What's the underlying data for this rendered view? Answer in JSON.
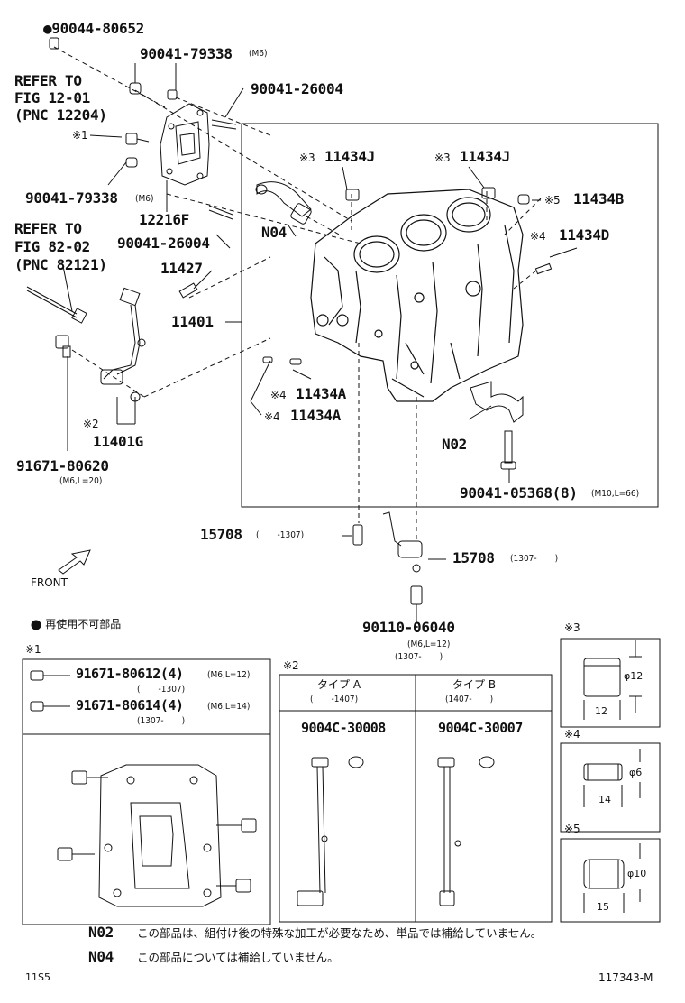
{
  "labels": {
    "p90044": "●90044-80652",
    "p90041_79338_top": "90041-79338",
    "p90041_79338_top_spec": "(M6)",
    "p90041_26004_top": "90041-26004",
    "refer1_a": "REFER TO",
    "refer1_b": "FIG 12-01",
    "refer1_c": "(PNC 12204)",
    "mark1_main": "※1",
    "p90041_79338_low": "90041-79338",
    "p90041_79338_low_spec": "(M6)",
    "p12216F": "12216F",
    "pN04": "N04",
    "p90041_26004_low": "90041-26004",
    "refer2_a": "REFER TO",
    "refer2_b": "FIG 82-02",
    "refer2_c": "(PNC 82121)",
    "p11427": "11427",
    "p11401": "11401",
    "mark2_main": "※2",
    "p11401G": "11401G",
    "p91671_80620": "91671-80620",
    "p91671_80620_spec": "(M6,L=20)",
    "m3_a": "※3",
    "p11434J_a": "11434J",
    "m3_b": "※3",
    "p11434J_b": "11434J",
    "m5": "※5",
    "p11434B": "11434B",
    "m4_d": "※4",
    "p11434D": "11434D",
    "m4_a1": "※4",
    "p11434A_1": "11434A",
    "m4_a2": "※4",
    "p11434A_2": "11434A",
    "pN02": "N02",
    "p90041_05368": "90041-05368(8)",
    "p90041_05368_spec": "(M10,L=66)",
    "p15708_a": "15708",
    "p15708_a_spec": "(　　-1307)",
    "p15708_b": "15708",
    "p15708_b_spec": "(1307-　　)",
    "front": "FRONT",
    "p90110": "90110-06040",
    "p90110_spec1": "(M6,L=12)",
    "p90110_spec2": "(1307-　　)"
  },
  "legend": {
    "reuse": "● 再使用不可部品"
  },
  "box1": {
    "mark": "※1",
    "row1_part": "91671-80612(4)",
    "row1_spec": "(M6,L=12)",
    "row1_range": "(　　-1307)",
    "row2_part": "91671-80614(4)",
    "row2_spec": "(M6,L=14)",
    "row2_range": "(1307-　　)"
  },
  "box2": {
    "mark": "※2",
    "typeA": "タイプ A",
    "typeA_range": "(　　-1407)",
    "typeB": "タイプ B",
    "typeB_range": "(1407-　　)",
    "partA": "9004C-30008",
    "partB": "9004C-30007"
  },
  "box3": {
    "mark": "※3",
    "dia": "φ12",
    "len": "12"
  },
  "box4": {
    "mark": "※4",
    "dia": "φ6",
    "len": "14"
  },
  "box5": {
    "mark": "※5",
    "dia": "φ10",
    "len": "15"
  },
  "notes": {
    "n02_code": "N02",
    "n02_text": "この部品は、組付け後の特殊な加工が必要なため、単品では補給していません。",
    "n04_code": "N04",
    "n04_text": "この部品については補給していません。"
  },
  "footer": {
    "left": "11S5",
    "right": "117343-M"
  }
}
